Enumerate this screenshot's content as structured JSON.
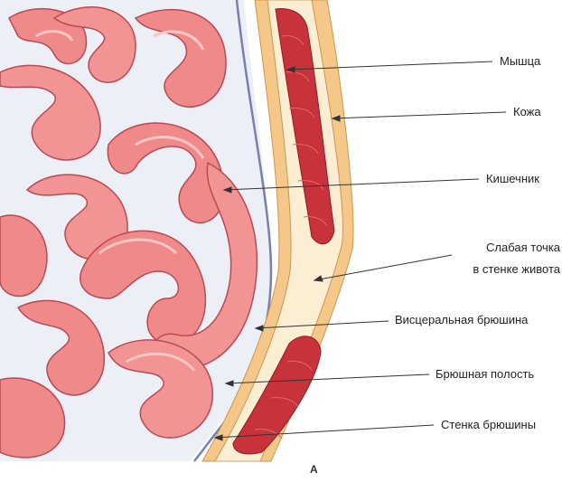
{
  "labels": {
    "muscle": "Мышца",
    "skin": "Кожа",
    "intestine": "Кишечник",
    "weak_point_line1": "Слабая точка",
    "weak_point_line2": "в стенке живота",
    "visceral_peritoneum": "Висцеральная брюшина",
    "abdominal_cavity": "Брюшная полость",
    "peritoneum_wall": "Стенка брюшины"
  },
  "figure_mark": "A",
  "colors": {
    "intestine_fill": "#f08a8a",
    "intestine_light": "#f7b0ae",
    "intestine_outline": "#b84a55",
    "muscle_fill": "#c8323a",
    "skin_fill": "#f5c889",
    "fat_fill": "#fbeed2",
    "peritoneum_line": "#7a7fb0",
    "pointer_line": "#333333"
  }
}
